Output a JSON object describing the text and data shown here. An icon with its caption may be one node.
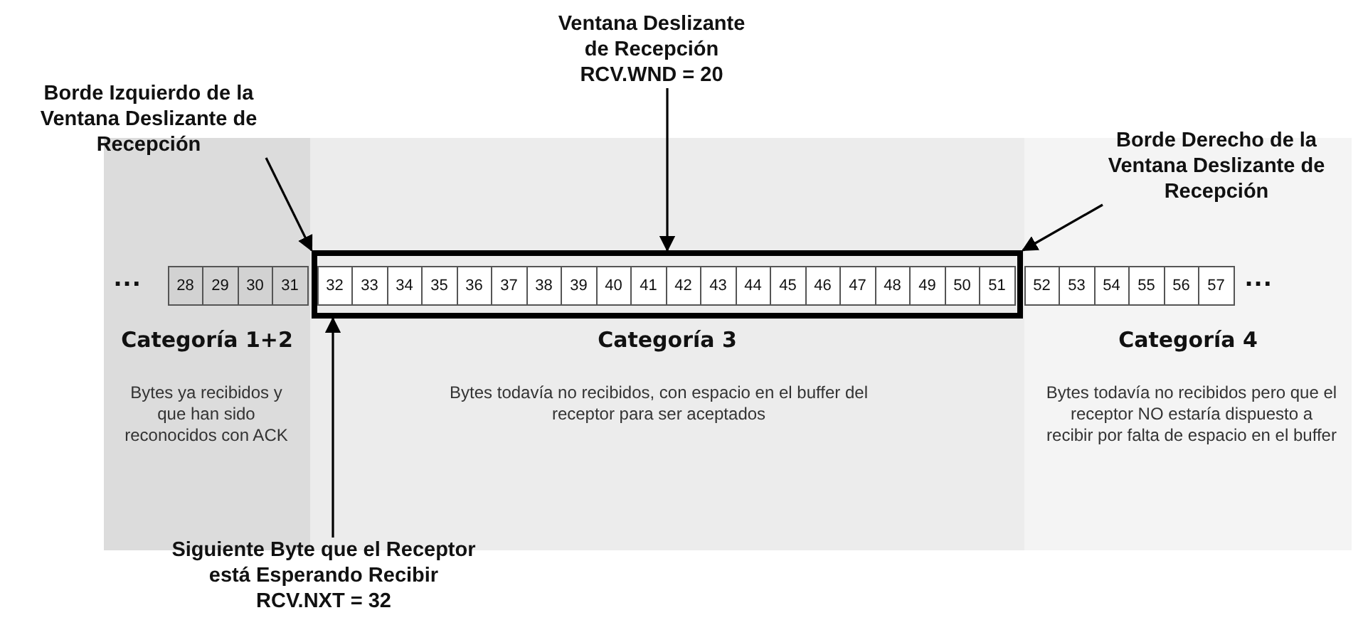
{
  "diagram": {
    "nodes": [
      {
        "text": [
          "Categoría 1+2",
          "Bytes ya recibidos y que han sido reconocidos con ACK"
        ]
      },
      {
        "text": [
          "Categoría 3",
          "Bytes todavía no recibidos, con espacio en el buffer del receptor para ser aceptados"
        ]
      },
      {
        "text": [
          "Categoría 4",
          "Bytes todavía no recibidos pero que el receptor NO estaría dispuesto a recibir por falta de espacio en el buffer"
        ]
      },
      {
        "text": [
          "28"
        ],
        "in": 0
      },
      {
        "text": [
          "29"
        ],
        "in": 0
      },
      {
        "text": [
          "30"
        ],
        "in": 0
      },
      {
        "text": [
          "31"
        ],
        "in": 0
      },
      {
        "text": [
          "32"
        ],
        "in": 33
      },
      {
        "text": [
          "33"
        ],
        "in": 33
      },
      {
        "text": [
          "34"
        ],
        "in": 33
      },
      {
        "text": [
          "35"
        ],
        "in": 33
      },
      {
        "text": [
          "36"
        ],
        "in": 33
      },
      {
        "text": [
          "37"
        ],
        "in": 33
      },
      {
        "text": [
          "38"
        ],
        "in": 33
      },
      {
        "text": [
          "39"
        ],
        "in": 33
      },
      {
        "text": [
          "40"
        ],
        "in": 33
      },
      {
        "text": [
          "41"
        ],
        "in": 33
      },
      {
        "text": [
          "42"
        ],
        "in": 33
      },
      {
        "text": [
          "43"
        ],
        "in": 33
      },
      {
        "text": [
          "44"
        ],
        "in": 33
      },
      {
        "text": [
          "45"
        ],
        "in": 33
      },
      {
        "text": [
          "46"
        ],
        "in": 33
      },
      {
        "text": [
          "47"
        ],
        "in": 33
      },
      {
        "text": [
          "48"
        ],
        "in": 33
      },
      {
        "text": [
          "49"
        ],
        "in": 33
      },
      {
        "text": [
          "50"
        ],
        "in": 33
      },
      {
        "text": [
          "51"
        ],
        "in": 33
      },
      {
        "text": [
          "52"
        ],
        "in": 2
      },
      {
        "text": [
          "53"
        ],
        "in": 2
      },
      {
        "text": [
          "54"
        ],
        "in": 2
      },
      {
        "text": [
          "55"
        ],
        "in": 2
      },
      {
        "text": [
          "56"
        ],
        "in": 2
      },
      {
        "text": [
          "57"
        ],
        "in": 2
      },
      {
        "text": [],
        "shape": "box",
        "in": 1
      },
      {
        "text": [
          "Ventana Deslizante de Recepción",
          "RCV.WND = 20"
        ]
      },
      {
        "text": [
          "Borde Izquierdo de la Ventana Deslizante de Recepción"
        ]
      },
      {
        "text": [
          "Borde Derecho de la Ventana Deslizante de Recepción"
        ]
      },
      {
        "text": [
          "Siguiente Byte que el Receptor está Esperando Recibir",
          "RCV.NXT = 32"
        ]
      }
    ],
    "edges": [
      {
        "from": 34,
        "to": 33,
        "arrow": "to"
      },
      {
        "from": 35,
        "to": 33,
        "arrow": "to"
      },
      {
        "from": 36,
        "to": 33,
        "arrow": "to"
      },
      {
        "from": 37,
        "to": 33,
        "arrow": "to"
      }
    ],
    "labels": [
      "...",
      "..."
    ]
  }
}
